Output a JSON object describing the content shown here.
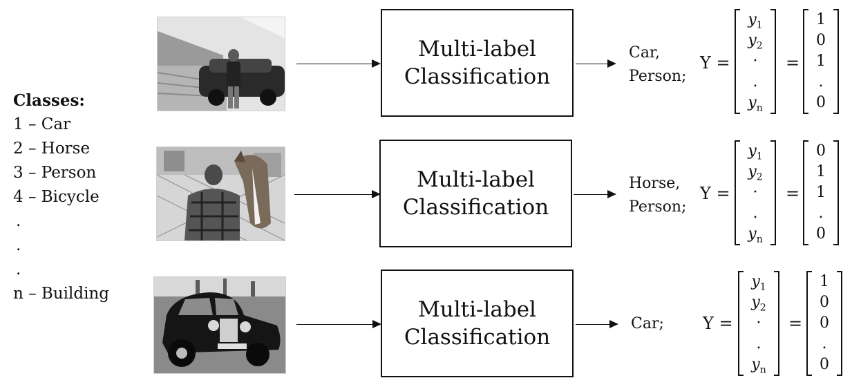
{
  "classes": {
    "title": "Classes:",
    "items": [
      "1 – Car",
      "2 – Horse",
      "3 – Person",
      "4 – Bicycle",
      ".",
      ".",
      ".",
      "n – Building"
    ]
  },
  "process_label_line1": "Multi-label",
  "process_label_line2": "Classification",
  "rows": [
    {
      "image": "photo-man-with-car",
      "output_line1": "Car,",
      "output_line2": "Person;",
      "y_label": "Y =",
      "vector": [
        "y",
        "y",
        "·",
        ".",
        "y"
      ],
      "vector_subs": [
        "1",
        "2",
        "",
        "",
        "n"
      ],
      "values": [
        "1",
        "0",
        "1",
        ".",
        "0"
      ]
    },
    {
      "image": "photo-man-with-horse",
      "output_line1": "Horse,",
      "output_line2": "Person;",
      "y_label": "Y =",
      "vector": [
        "y",
        "y",
        "·",
        ".",
        "y"
      ],
      "vector_subs": [
        "1",
        "2",
        "",
        "",
        "n"
      ],
      "values": [
        "0",
        "1",
        "1",
        ".",
        "0"
      ]
    },
    {
      "image": "photo-vintage-car",
      "output_line1": "Car;",
      "output_line2": "",
      "y_label": "Y =",
      "vector": [
        "y",
        "y",
        "·",
        ".",
        "y"
      ],
      "vector_subs": [
        "1",
        "2",
        "",
        "",
        "n"
      ],
      "values": [
        "1",
        "0",
        "0",
        ".",
        "0"
      ]
    }
  ],
  "equals": "="
}
